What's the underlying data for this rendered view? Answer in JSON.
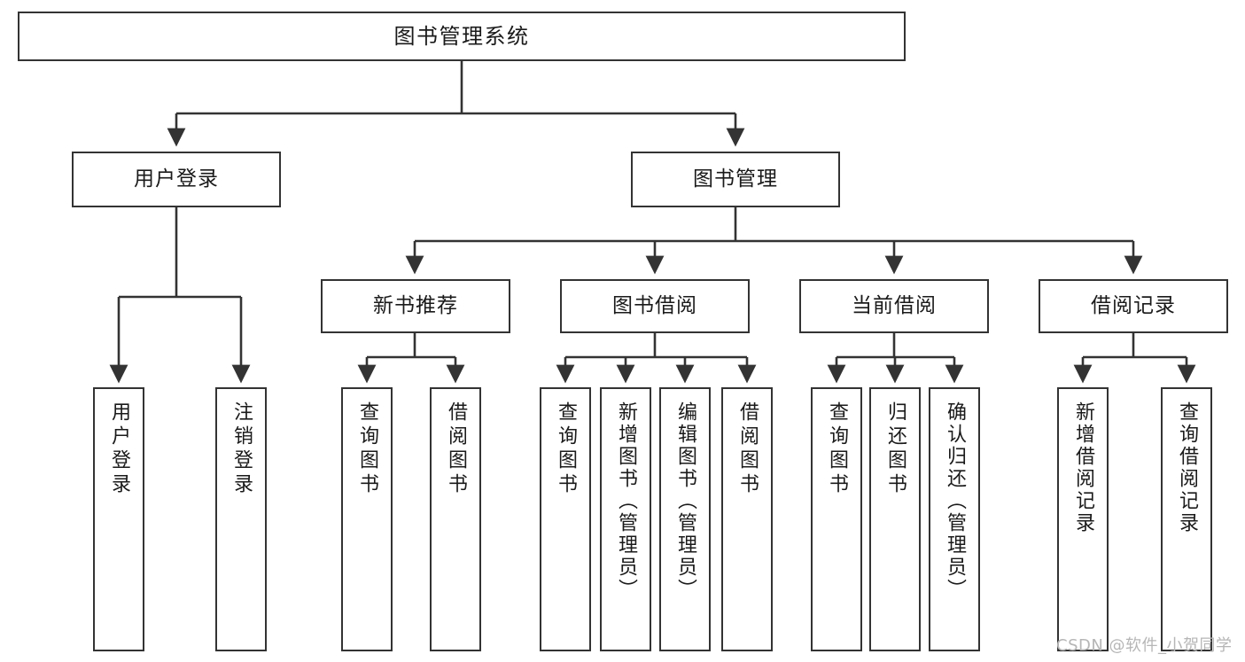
{
  "diagram": {
    "title": "图书管理系统",
    "type": "tree",
    "watermark": "CSDN @软件_小贺同学",
    "colors": {
      "box_border": "#333333",
      "box_fill": "#ffffff",
      "edge": "#333333",
      "text": "#1a1a1a",
      "watermark": "#b6b6b6"
    },
    "nodes": {
      "root": {
        "label": "图书管理系统"
      },
      "level2": [
        {
          "id": "user-login",
          "label": "用户登录"
        },
        {
          "id": "book-manage",
          "label": "图书管理"
        }
      ],
      "level3": [
        {
          "id": "new-book-rec",
          "label": "新书推荐"
        },
        {
          "id": "book-borrow",
          "label": "图书借阅"
        },
        {
          "id": "current-borrow",
          "label": "当前借阅"
        },
        {
          "id": "borrow-record",
          "label": "借阅记录"
        }
      ],
      "leaves": [
        {
          "id": "leaf-user-login",
          "label": "用户登录",
          "parent": "user-login"
        },
        {
          "id": "leaf-logout",
          "label": "注销登录",
          "parent": "user-login"
        },
        {
          "id": "leaf-query-book-1",
          "label": "查询图书",
          "parent": "new-book-rec"
        },
        {
          "id": "leaf-borrow-book-1",
          "label": "借阅图书",
          "parent": "new-book-rec"
        },
        {
          "id": "leaf-query-book-2",
          "label": "查询图书",
          "parent": "book-borrow"
        },
        {
          "id": "leaf-add-book",
          "label": "新增图书（管理员）",
          "parent": "book-borrow"
        },
        {
          "id": "leaf-edit-book",
          "label": "编辑图书（管理员）",
          "parent": "book-borrow"
        },
        {
          "id": "leaf-borrow-book-2",
          "label": "借阅图书",
          "parent": "book-borrow"
        },
        {
          "id": "leaf-query-book-3",
          "label": "查询图书",
          "parent": "current-borrow"
        },
        {
          "id": "leaf-return-book",
          "label": "归还图书",
          "parent": "current-borrow"
        },
        {
          "id": "leaf-confirm-return",
          "label": "确认归还（管理员）",
          "parent": "current-borrow"
        },
        {
          "id": "leaf-add-record",
          "label": "新增借阅记录",
          "parent": "borrow-record"
        },
        {
          "id": "leaf-query-record",
          "label": "查询借阅记录",
          "parent": "borrow-record"
        }
      ]
    }
  }
}
